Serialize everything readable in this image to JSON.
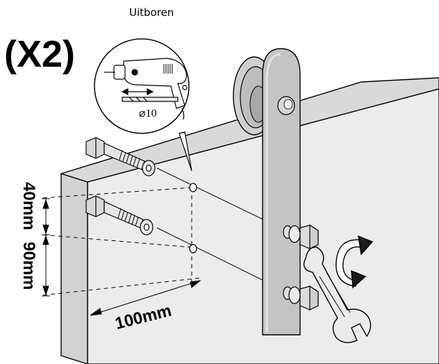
{
  "quantity_label": "(X2)",
  "drill_caption": "Uitboren",
  "drill_bit_label": "⌀10",
  "dim_vertical_1": "40mm",
  "dim_vertical_2": "90mm",
  "dim_horizontal": "100mm",
  "colors": {
    "line": "#000000",
    "door_front": "#e9e9e9",
    "door_top": "#d9d9d9",
    "door_side": "#cfcfcf",
    "strap": "#bdbdbd",
    "strap_dark": "#9a9a9a",
    "hardware": "#d0d0d0"
  }
}
